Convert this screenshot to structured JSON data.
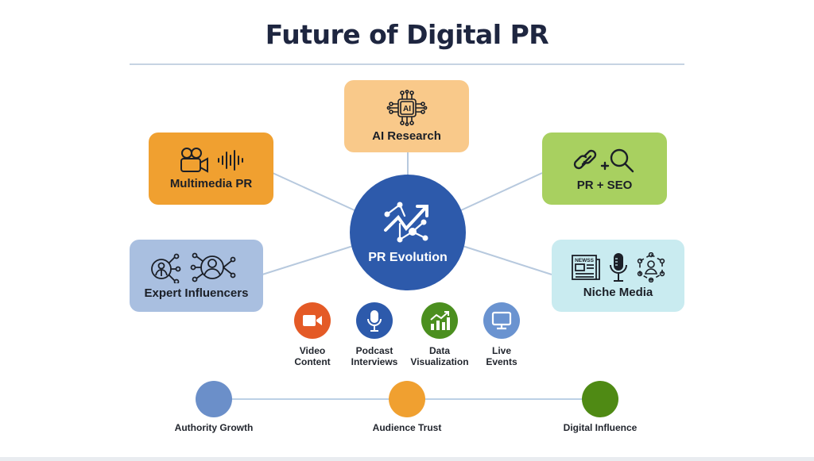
{
  "title": "Future of Digital PR",
  "colors": {
    "title": "#1e2640",
    "hub": "#2d5aab",
    "connector": "#b7c9de",
    "ai_research": "#f9c98a",
    "multimedia_pr": "#f0a030",
    "pr_seo": "#a8d060",
    "expert_influencers": "#a9bfe0",
    "niche_media": "#c9ebf0"
  },
  "hub": {
    "label": "PR Evolution",
    "icon": "trend-network-icon"
  },
  "nodes": [
    {
      "id": "ai-research",
      "label": "AI Research",
      "icons": [
        "ai-chip-icon"
      ]
    },
    {
      "id": "multimedia-pr",
      "label": "Multimedia PR",
      "icons": [
        "movie-camera-icon",
        "sound-wave-icon"
      ]
    },
    {
      "id": "pr-seo",
      "label": "PR + SEO",
      "icons": [
        "link-icon",
        "plus-icon",
        "magnifier-icon"
      ]
    },
    {
      "id": "expert-influencers",
      "label": "Expert Influencers",
      "icons": [
        "expert-network-icon",
        "user-network-icon"
      ]
    },
    {
      "id": "niche-media",
      "label": "Niche Media",
      "icons": [
        "newspaper-icon",
        "microphone-icon",
        "community-icon"
      ]
    }
  ],
  "newspaper_text": "NEWSS",
  "ai_chip_text": "AI",
  "channels": [
    {
      "line1": "Video",
      "line2": "Content",
      "icon": "video-camera-icon",
      "color": "#e45a26"
    },
    {
      "line1": "Podcast",
      "line2": "Interviews",
      "icon": "microphone-icon",
      "color": "#2d5aab"
    },
    {
      "line1": "Data",
      "line2": "Visualization",
      "icon": "bar-chart-icon",
      "color": "#4b8f1f"
    },
    {
      "line1": "Live",
      "line2": "Events",
      "icon": "monitor-icon",
      "color": "#6a93d0"
    }
  ],
  "timeline": [
    {
      "label": "Authority Growth",
      "color": "#6b8fc9"
    },
    {
      "label": "Audience Trust",
      "color": "#f0a030"
    },
    {
      "label": "Digital Influence",
      "color": "#4f8a14"
    }
  ]
}
